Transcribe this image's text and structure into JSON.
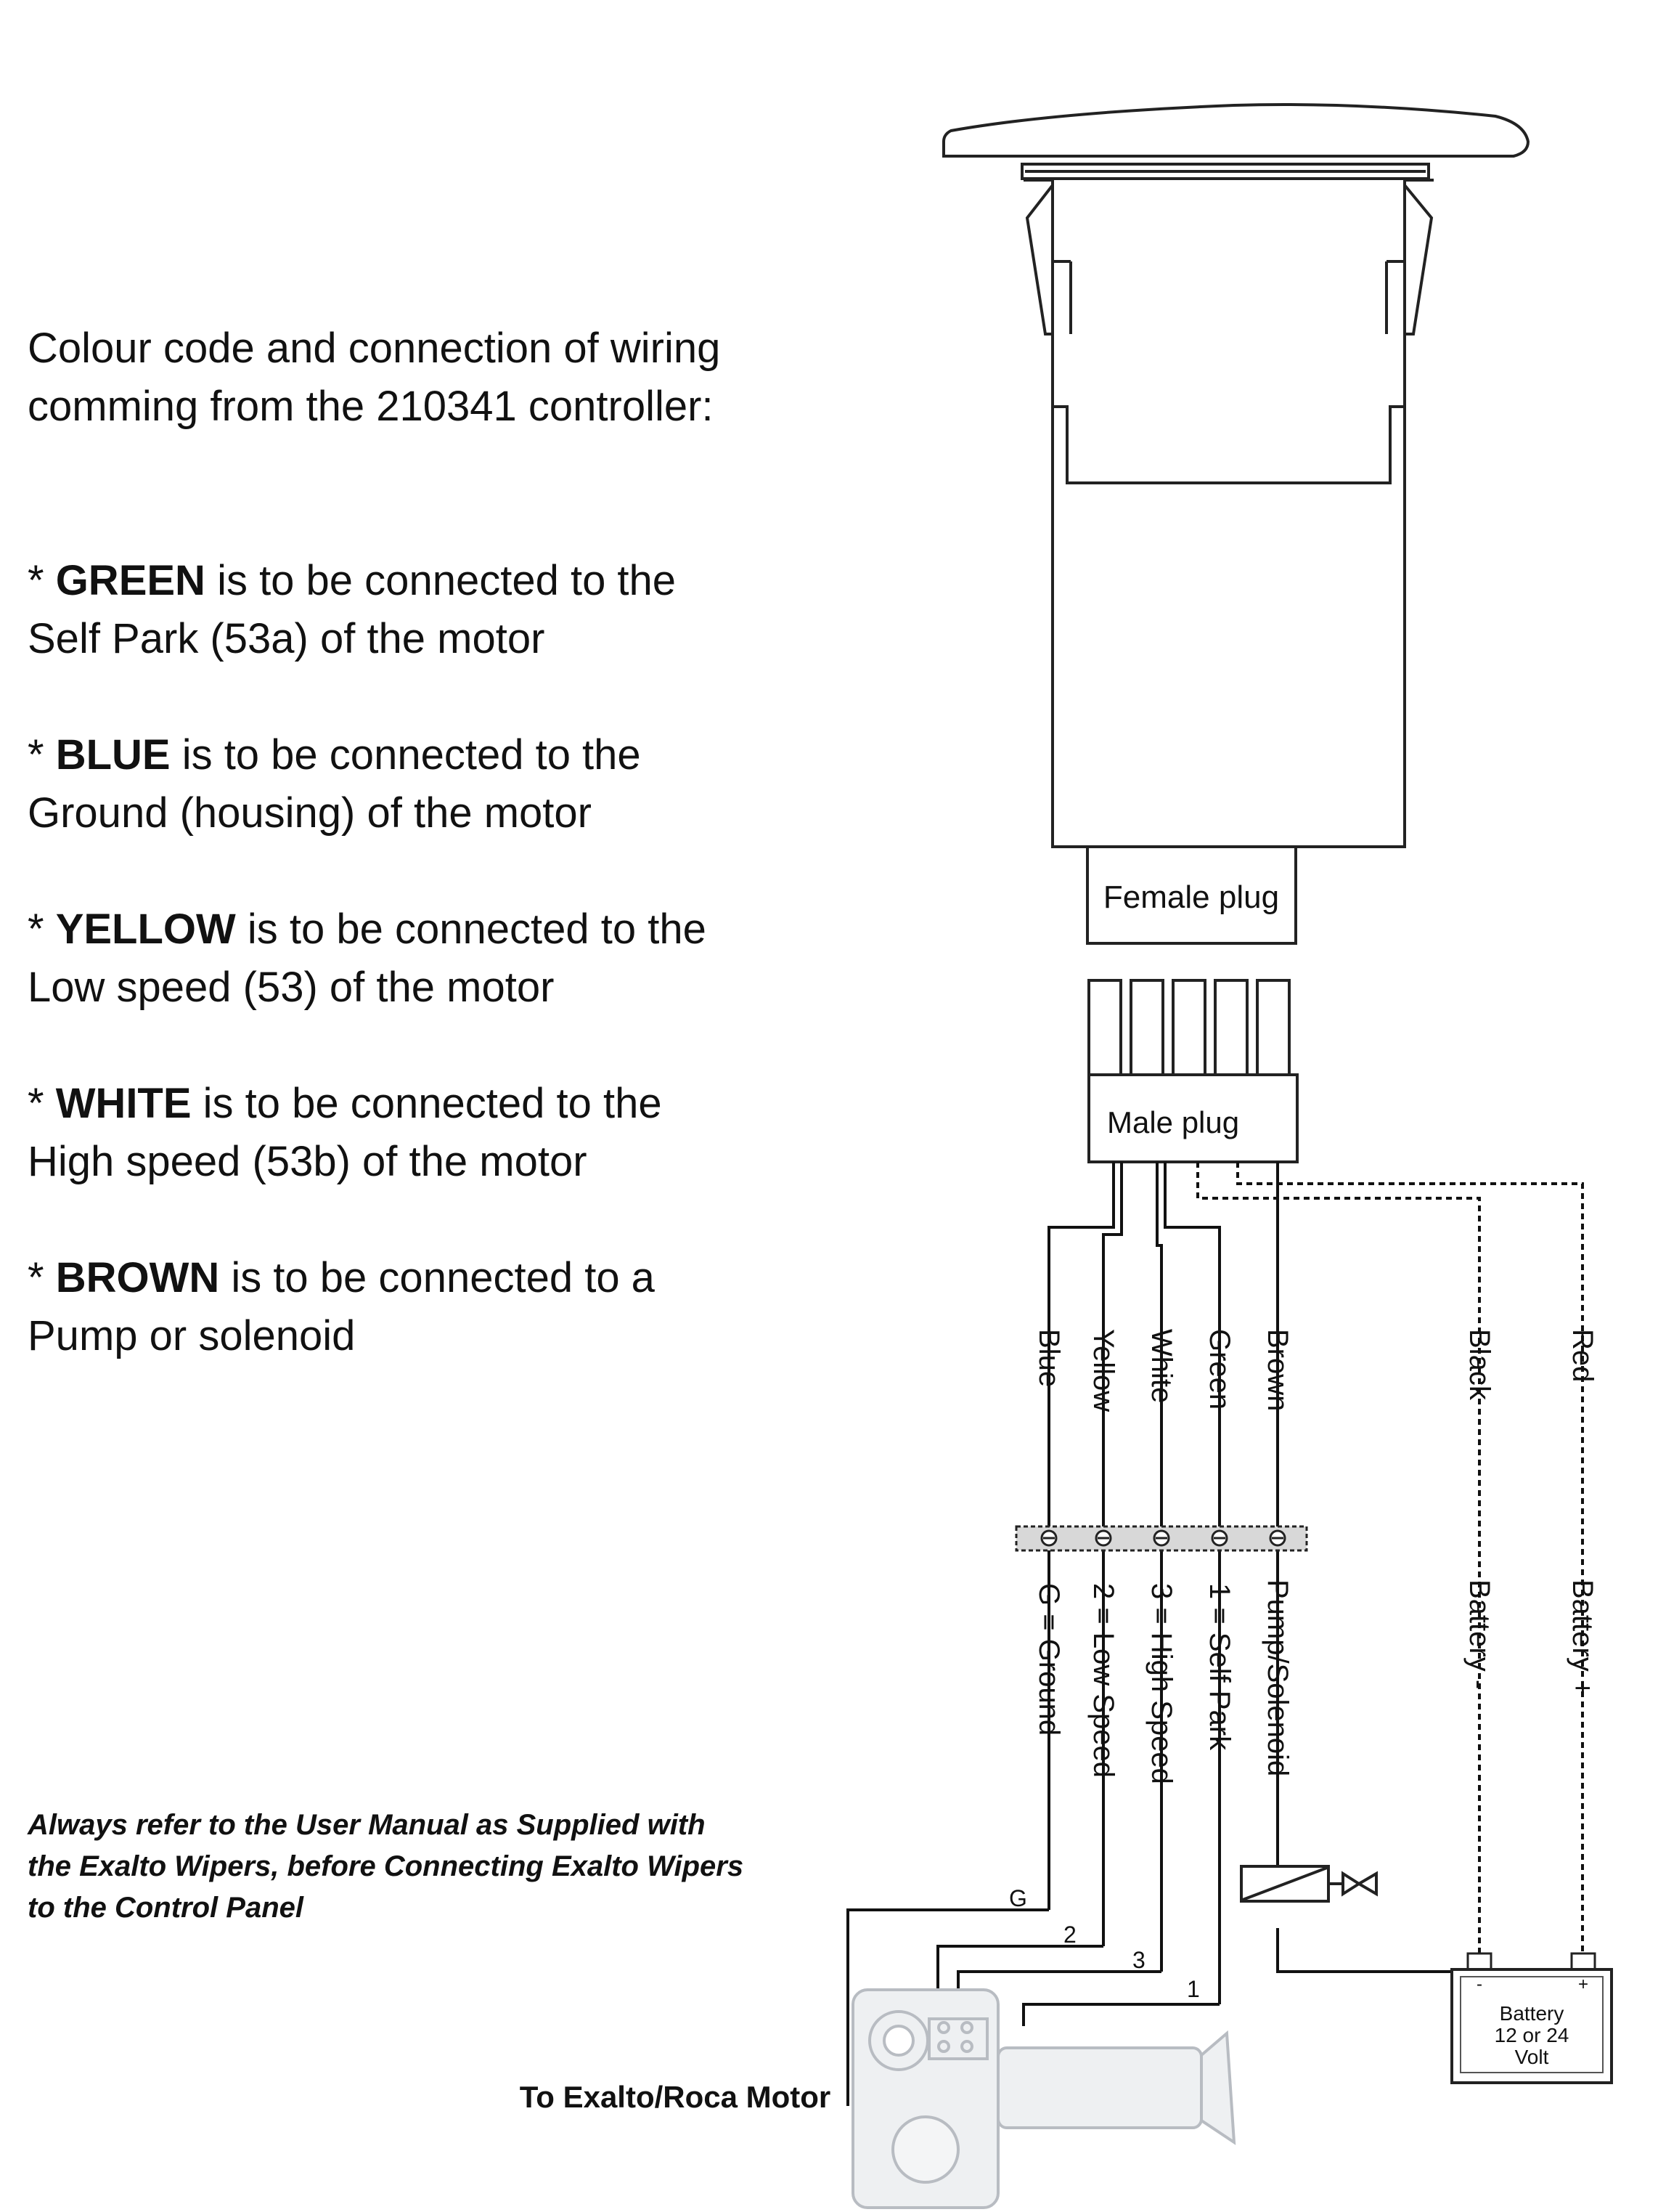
{
  "intro_text": "Colour code and connection of wiring comming from the 210341 controller:",
  "items": [
    {
      "prefix": "* ",
      "color_word": "GREEN",
      "rest_line1": " is to be connected to the",
      "line2": "Self Park (53a) of the motor"
    },
    {
      "prefix": "* ",
      "color_word": "BLUE",
      "rest_line1": " is to be connected to the",
      "line2": "Ground (housing) of the motor"
    },
    {
      "prefix": "* ",
      "color_word": "YELLOW",
      "rest_line1": " is to be connected to the",
      "line2": "Low speed (53) of the motor"
    },
    {
      "prefix": "* ",
      "color_word": "WHITE",
      "rest_line1": " is to be connected to the",
      "line2": "High speed (53b) of the motor"
    },
    {
      "prefix": "* ",
      "color_word": "BROWN",
      "rest_line1": " is to be connected to a",
      "line2": "Pump or solenoid"
    }
  ],
  "note": "Always refer to the User Manual as Supplied with the Exalto Wipers, before Connecting Exalto Wipers to the Control Panel",
  "motor_label": "To Exalto/Roca Motor",
  "female_plug": "Female plug",
  "male_plug": "Male plug",
  "wire_labels": [
    "Blue",
    "Yellow",
    "White",
    "Green",
    "Brown",
    "Black",
    "Red"
  ],
  "terminal_labels": [
    "G = Ground",
    "2 = Low Speed",
    "3 = High Speed",
    "1 = Self Park",
    "Pump/Solenoid",
    "Battery -",
    "Battery +"
  ],
  "motor_terminals": [
    "G",
    "2",
    "3",
    "1"
  ],
  "battery": {
    "line1": "Battery",
    "line2": "12 or 24",
    "line3": "Volt",
    "minus": "-",
    "plus": "+"
  }
}
